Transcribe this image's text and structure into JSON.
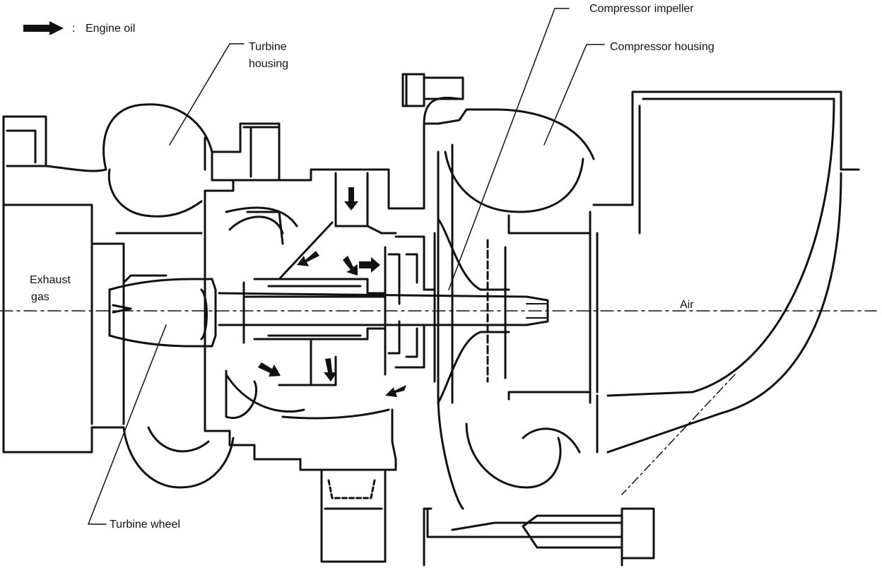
{
  "legend": {
    "symbol": "arrow-icon",
    "separator": ":",
    "text": "Engine oil"
  },
  "labels": {
    "turbine_housing_l1": "Turbine",
    "turbine_housing_l2": "housing",
    "compressor_impeller": "Compressor impeller",
    "compressor_housing": "Compressor housing",
    "exhaust_l1": "Exhaust",
    "exhaust_l2": "gas",
    "air": "Air",
    "turbine_wheel": "Turbine wheel"
  },
  "colors": {
    "line": "#111111",
    "background": "#ffffff"
  }
}
